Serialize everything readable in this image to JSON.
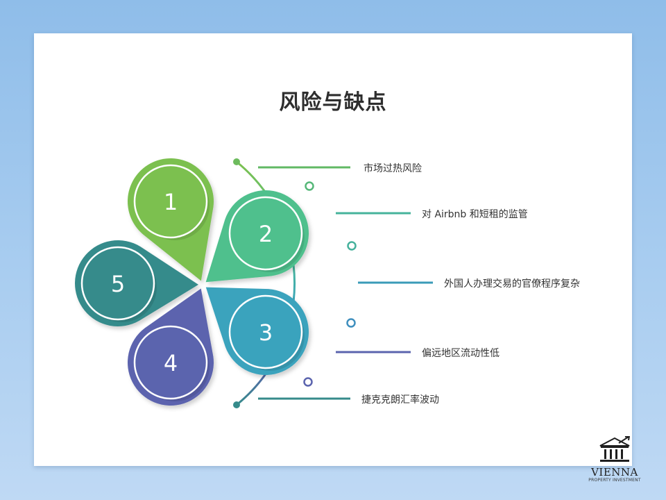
{
  "title": "风险与缺点",
  "petals": [
    {
      "number": "1",
      "color": "#7cc04f"
    },
    {
      "number": "2",
      "color": "#4fc08d"
    },
    {
      "number": "3",
      "color": "#3aa3bd"
    },
    {
      "number": "4",
      "color": "#5b64ae"
    },
    {
      "number": "5",
      "color": "#368b8b"
    }
  ],
  "items": [
    {
      "text": "市场过热风险",
      "color": "#61b964"
    },
    {
      "text": "对 Airbnb 和短租的监管",
      "color": "#46b39b"
    },
    {
      "text": "外国人办理交易的官僚程序复杂",
      "color": "#3a9bb8"
    },
    {
      "text": "偏远地区流动性低",
      "color": "#5b64ae"
    },
    {
      "text": "捷克克朗汇率波动",
      "color": "#368b8b"
    }
  ],
  "logo": {
    "name": "VIENNA",
    "subtitle": "PROPERTY INVESTMENT"
  }
}
